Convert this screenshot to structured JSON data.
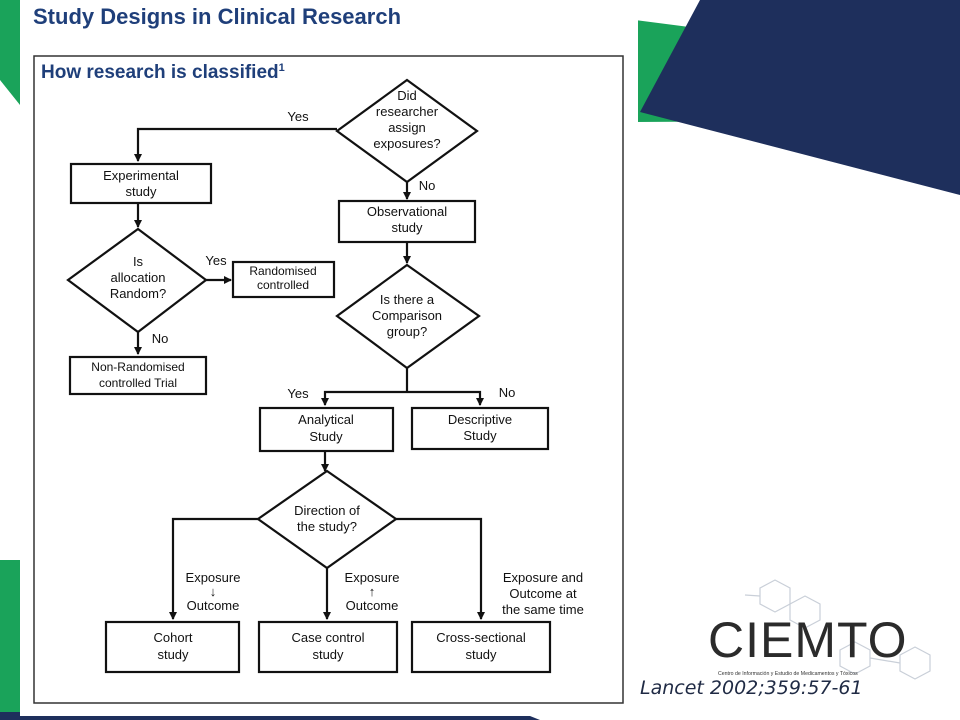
{
  "slide": {
    "title": "Study Designs in Clinical Research",
    "figure_heading": "How research is classified",
    "figure_heading_sup": "1",
    "citation": "Lancet 2002;359:57-61"
  },
  "logo": {
    "name": "CIEMTO",
    "tagline": "Centro de Información y Estudio de Medicamentos y Tóxicos"
  },
  "flowchart": {
    "q_assign": [
      "Did",
      "researcher",
      "assign",
      "exposures?"
    ],
    "experimental": [
      "Experimental",
      "study"
    ],
    "observational": [
      "Observational",
      "study"
    ],
    "q_random": [
      "Is",
      "allocation",
      "Random?"
    ],
    "randomised": [
      "Randomised",
      "controlled"
    ],
    "nonrandomised": [
      "Non-Randomised",
      "controlled Trial"
    ],
    "q_comparison": [
      "Is there a",
      "Comparison",
      "group?"
    ],
    "analytical": [
      "Analytical",
      "Study"
    ],
    "descriptive": [
      "Descriptive",
      "Study"
    ],
    "q_direction": [
      "Direction of",
      "the study?"
    ],
    "cohort": [
      "Cohort",
      "study"
    ],
    "casecontrol": [
      "Case control",
      "study"
    ],
    "crosssectional": [
      "Cross-sectional",
      "study"
    ],
    "edge_yes": "Yes",
    "edge_no": "No",
    "exposure_to_outcome": [
      "Exposure",
      "↓",
      "Outcome"
    ],
    "outcome_to_exposure": [
      "Exposure",
      "↑",
      "Outcome"
    ],
    "same_time": [
      "Exposure and",
      "Outcome at",
      "the same time"
    ]
  },
  "colors": {
    "title_blue": "#1f3f7a",
    "brand_green": "#1aa35a",
    "brand_navy": "#1e2f5c",
    "ink": "#111111"
  }
}
